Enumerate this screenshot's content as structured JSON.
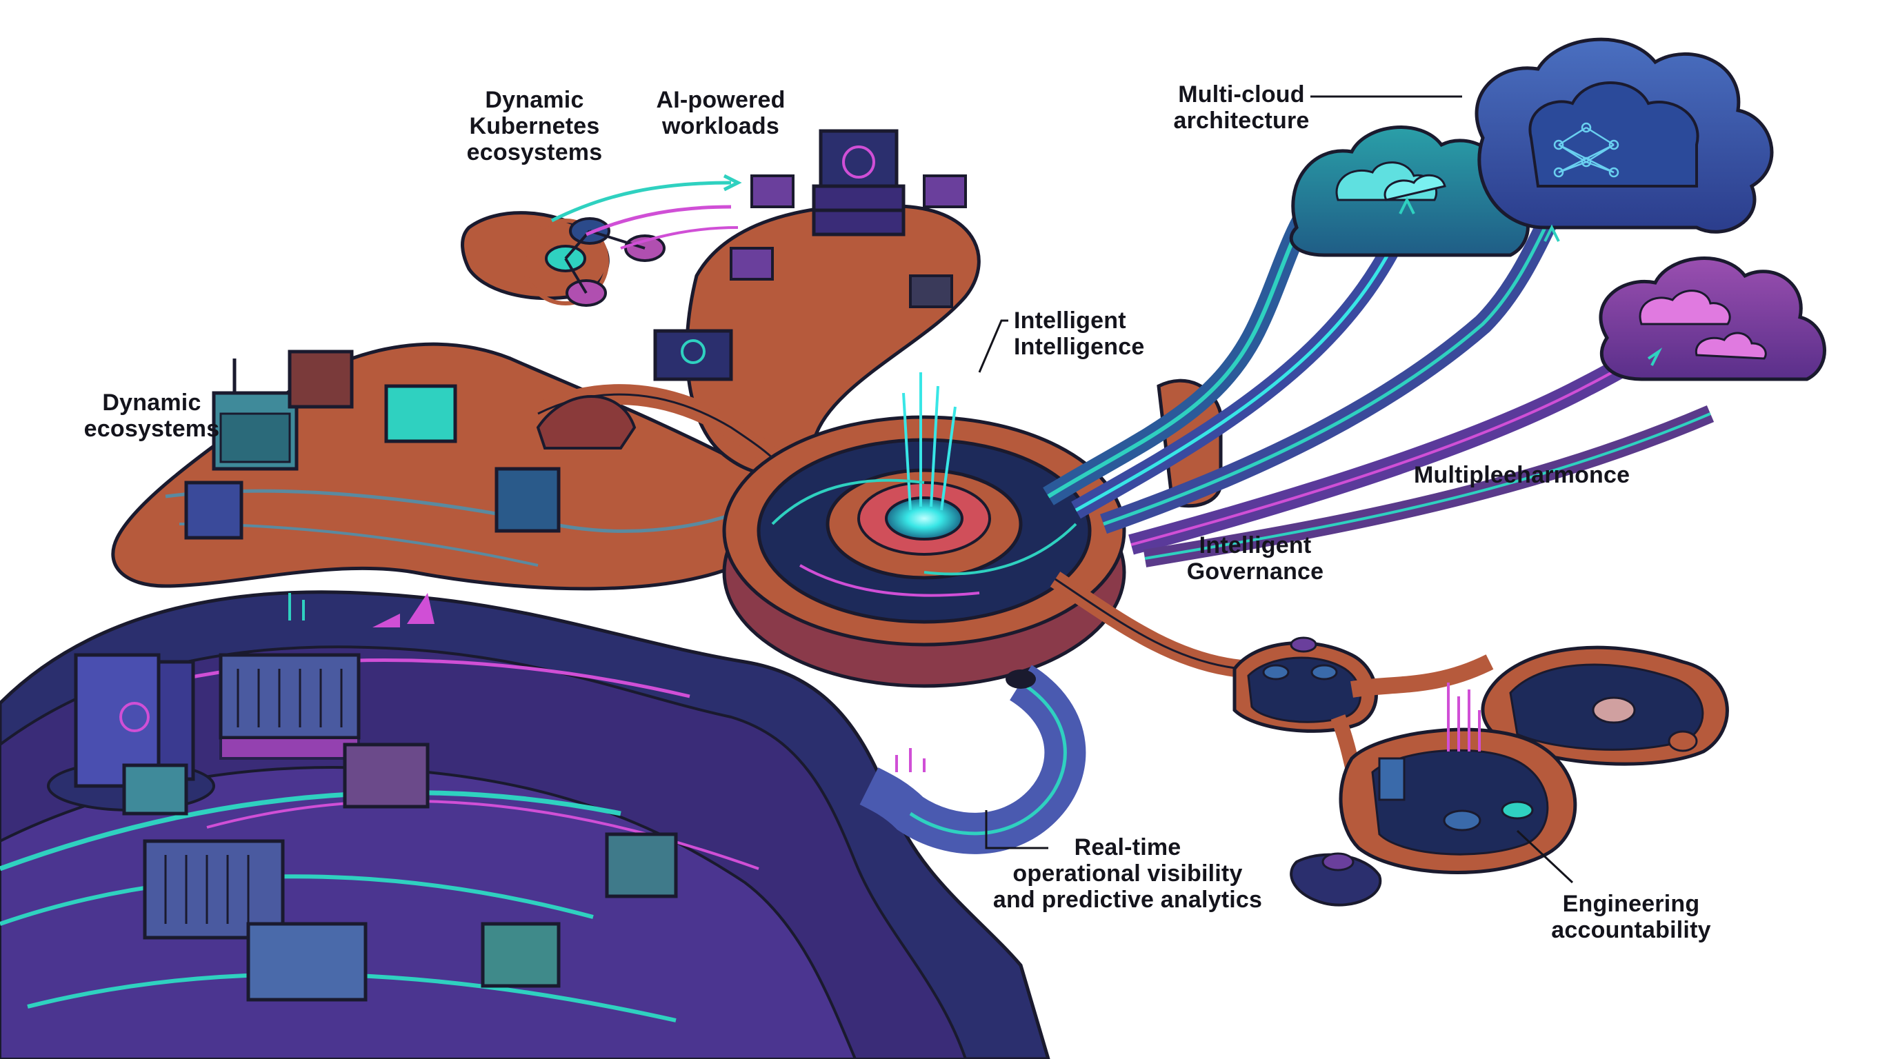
{
  "labels": {
    "dynamic_kubernetes": "Dynamic\nKubernetes\necosystems",
    "ai_workloads": "AI-powered\nworkloads",
    "multi_cloud": "Multi-cloud\narchitecture",
    "intelligent_intelligence": "Intelligent\nIntelligence",
    "dynamic_ecosystems": "Dynamic\necosystems",
    "multiple_harmonce": "Multipleeharmonce",
    "intelligent_governance": "Intelligent\nGovernance",
    "realtime_visibility": "Real-time\noperational visibility\nand predictive analytics",
    "engineering_accountability": "Engineering\naccountability"
  },
  "colors": {
    "navy": "#2b2f6e",
    "deep_purple": "#3a2c78",
    "purple": "#6a3f9c",
    "rust": "#b65a3c",
    "teal": "#2fd1c0",
    "cyan": "#38e6e6",
    "magenta": "#d04fd6",
    "outline": "#1a1a2e"
  }
}
